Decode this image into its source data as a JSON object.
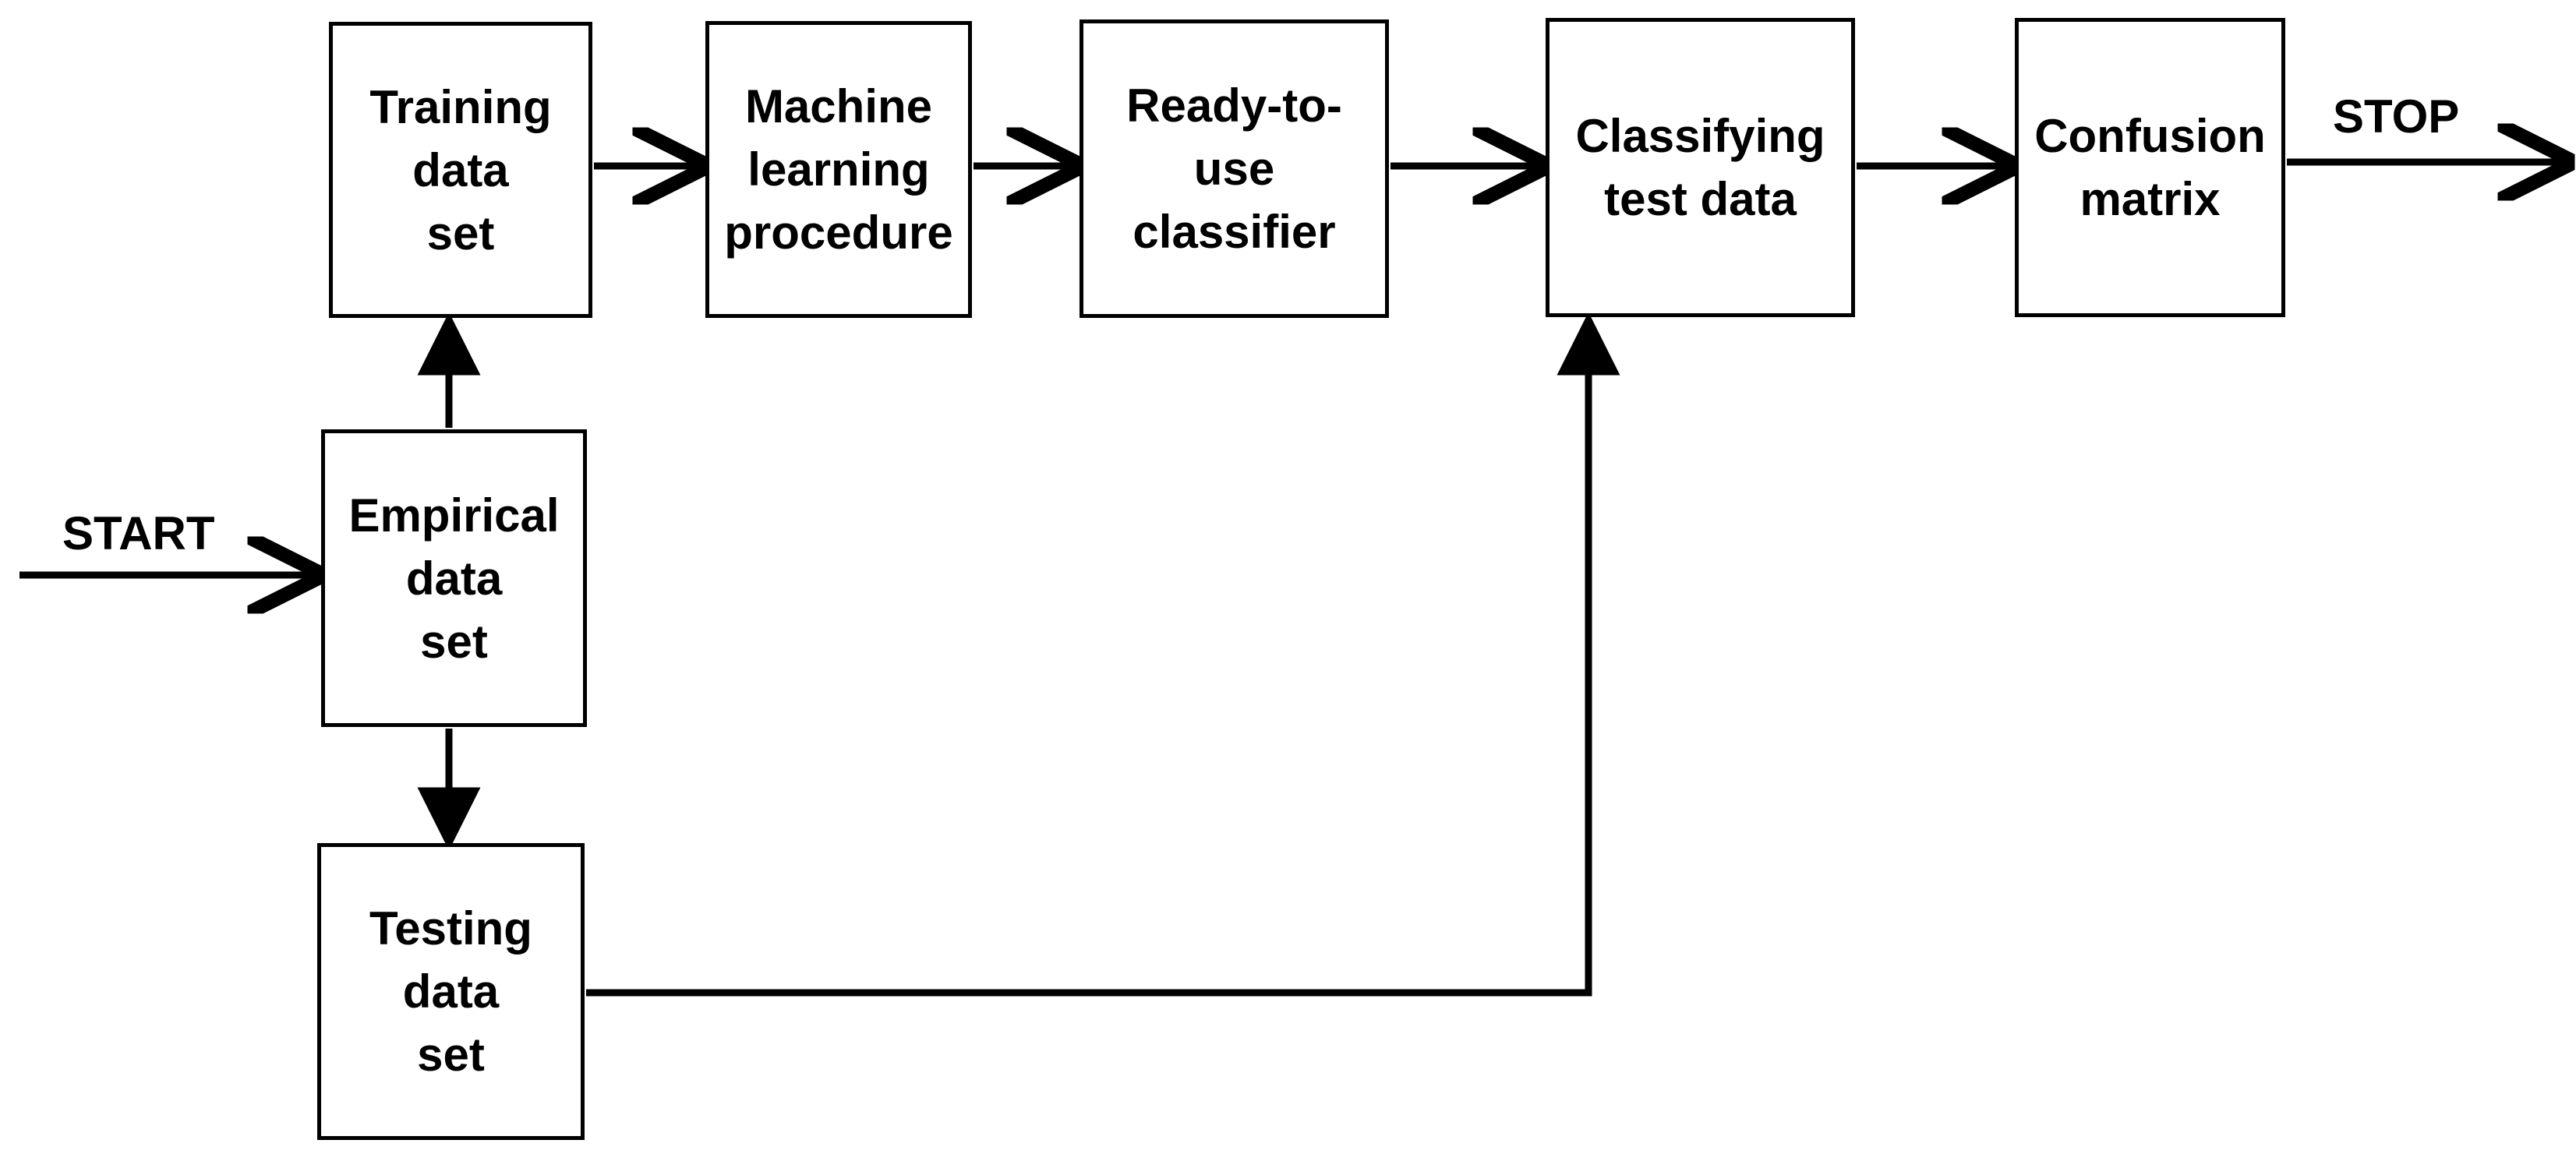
{
  "diagram": {
    "title": "Machine learning classification workflow flowchart",
    "type": "flowchart",
    "background_color": "#ffffff",
    "stroke_color": "#000000",
    "text_color": "#000000",
    "terminals": {
      "start": "START",
      "stop": "STOP"
    },
    "nodes": [
      {
        "id": "training",
        "label": "Training\ndata\nset",
        "shape": "rectangle"
      },
      {
        "id": "ml",
        "label": "Machine\nlearning\nprocedure",
        "shape": "rectangle"
      },
      {
        "id": "classifier",
        "label": "Ready-to-use\nclassifier",
        "shape": "rectangle"
      },
      {
        "id": "classifying",
        "label": "Classifying\ntest data",
        "shape": "rectangle"
      },
      {
        "id": "confusion",
        "label": "Confusion\nmatrix",
        "shape": "rectangle"
      },
      {
        "id": "empirical",
        "label": "Empirical\ndata\nset",
        "shape": "rectangle"
      },
      {
        "id": "testing",
        "label": "Testing\ndata\nset",
        "shape": "rectangle"
      }
    ],
    "edges": [
      {
        "from": "START",
        "to": "empirical",
        "style": "arrow",
        "direction": "right"
      },
      {
        "from": "empirical",
        "to": "training",
        "style": "arrow",
        "direction": "up"
      },
      {
        "from": "empirical",
        "to": "testing",
        "style": "arrow",
        "direction": "down"
      },
      {
        "from": "training",
        "to": "ml",
        "style": "arrow",
        "direction": "right"
      },
      {
        "from": "ml",
        "to": "classifier",
        "style": "arrow",
        "direction": "right"
      },
      {
        "from": "classifier",
        "to": "classifying",
        "style": "arrow",
        "direction": "right"
      },
      {
        "from": "testing",
        "to": "classifying",
        "style": "arrow",
        "direction": "right-then-up"
      },
      {
        "from": "classifying",
        "to": "confusion",
        "style": "arrow",
        "direction": "right"
      },
      {
        "from": "confusion",
        "to": "STOP",
        "style": "arrow",
        "direction": "right"
      }
    ]
  }
}
